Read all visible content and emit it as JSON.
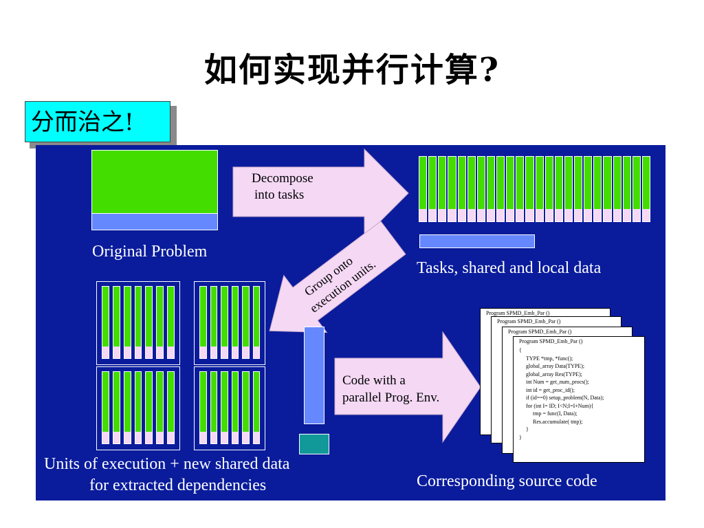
{
  "slide": {
    "title": "如何实现并行计算?",
    "callout": "分而治之!"
  },
  "diagram": {
    "original_problem": "Original Problem",
    "decompose_line1": "Decompose",
    "decompose_line2": "into tasks",
    "tasks_label": "Tasks, shared and local data",
    "group_line1": "Group onto",
    "group_line2": "execution units.",
    "units_line1": "Units of execution + new shared data",
    "units_line2": "for extracted dependencies",
    "code_line1": "Code with a",
    "code_line2": "parallel Prog. Env.",
    "source_label": "Corresponding source code",
    "code_headers": [
      "Program SPMD_Emb_Par ()",
      "Program SPMD_Emb_Par ()",
      "Program SPMD_Emb_Par ()",
      "Program SPMD_Emb_Par ()"
    ],
    "code_lines": [
      "{",
      "TYPE *tmp, *func();",
      "global_array Data(TYPE);",
      "global_array Res(TYPE);",
      "int Num = get_num_procs();",
      "int id = get_proc_id();",
      "if (id==0) setup_problem(N, Data);",
      "for (int I= ID; I<N;I=I+Num){",
      "tmp = func(I, Data);",
      "Res.accumulate( tmp);",
      "}",
      "}"
    ]
  },
  "colors": {
    "panel_bg": "#0a1c9c",
    "green": "#44dd00",
    "light_blue": "#6688ff",
    "pink": "#f4d8f4",
    "teal": "#119999",
    "cyan": "#00ffff"
  }
}
